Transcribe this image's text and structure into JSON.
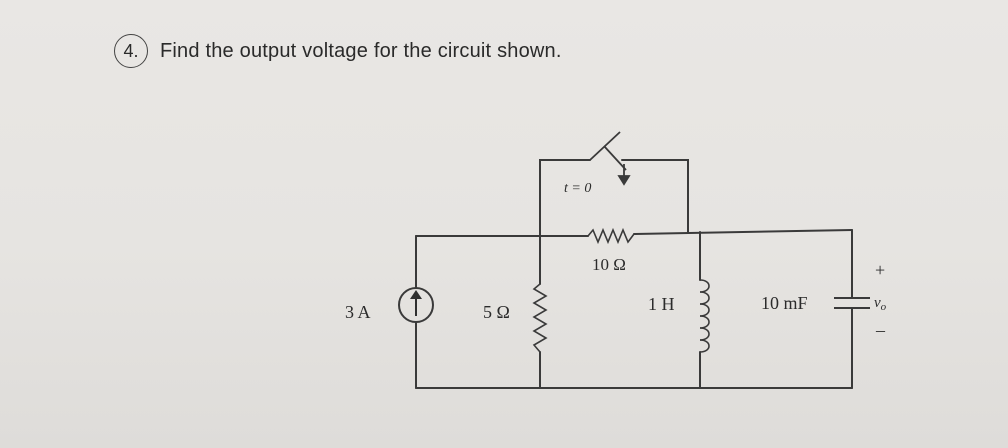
{
  "question": {
    "number": "4.",
    "text": "Find the output voltage for the circuit shown."
  },
  "circuit": {
    "switch_label": "t = 0",
    "source_label": "3 A",
    "r1_label": "5 Ω",
    "r2_label": "10 Ω",
    "inductor_label": "1 H",
    "capacitor_label": "10 mF",
    "plus_label": "+",
    "minus_label": "–",
    "output_label": "v",
    "output_subscript": "o"
  }
}
